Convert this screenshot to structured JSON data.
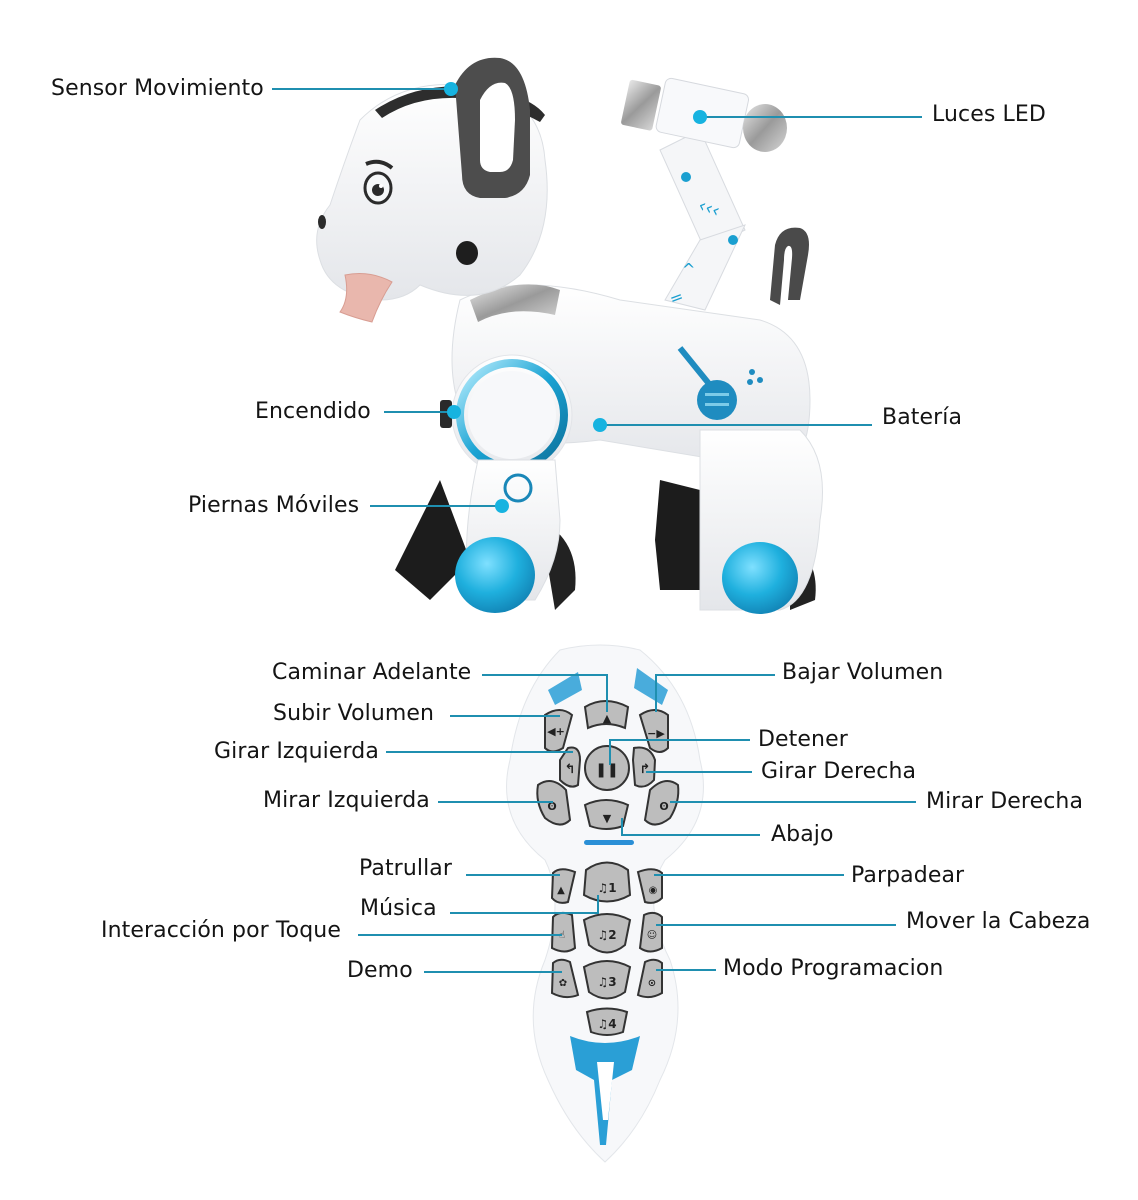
{
  "colors": {
    "callout_line": "#1f8fb0",
    "callout_dot": "#17b3e0",
    "accent_blue": "#2a9fd6",
    "robot_white": "#f3f4f6",
    "robot_dark": "#3a3a3a",
    "button_gray": "#bdbdbd"
  },
  "robot": {
    "section": "Robot Dog",
    "callouts": [
      {
        "id": "sensor",
        "label": "Sensor Movimiento"
      },
      {
        "id": "led",
        "label": "Luces LED"
      },
      {
        "id": "power",
        "label": "Encendido"
      },
      {
        "id": "battery",
        "label": "Batería"
      },
      {
        "id": "legs",
        "label": "Piernas Móviles"
      }
    ]
  },
  "remote": {
    "section": "Remote Control",
    "callouts": [
      {
        "id": "forward",
        "label": "Caminar Adelante"
      },
      {
        "id": "vol_down",
        "label": "Bajar Volumen"
      },
      {
        "id": "vol_up",
        "label": "Subir Volumen"
      },
      {
        "id": "stop",
        "label": "Detener"
      },
      {
        "id": "turn_left",
        "label": "Girar Izquierda"
      },
      {
        "id": "turn_right",
        "label": "Girar Derecha"
      },
      {
        "id": "look_left",
        "label": "Mirar Izquierda"
      },
      {
        "id": "look_right",
        "label": "Mirar Derecha"
      },
      {
        "id": "down",
        "label": "Abajo"
      },
      {
        "id": "patrol",
        "label": "Patrullar"
      },
      {
        "id": "blink",
        "label": "Parpadear"
      },
      {
        "id": "music",
        "label": "Música"
      },
      {
        "id": "touch",
        "label": "Interacción por Toque"
      },
      {
        "id": "head",
        "label": "Mover la Cabeza"
      },
      {
        "id": "demo",
        "label": "Demo"
      },
      {
        "id": "program",
        "label": "Modo Programacion"
      }
    ],
    "button_glyphs": {
      "music1": "♫1",
      "music2": "♫2",
      "music3": "♫3",
      "music4": "♫4",
      "pause": "❚❚",
      "left_arrow": "↰",
      "right_arrow": "↱",
      "down_arrow": "▼",
      "vol_plus": "+",
      "vol_minus": "−"
    }
  }
}
